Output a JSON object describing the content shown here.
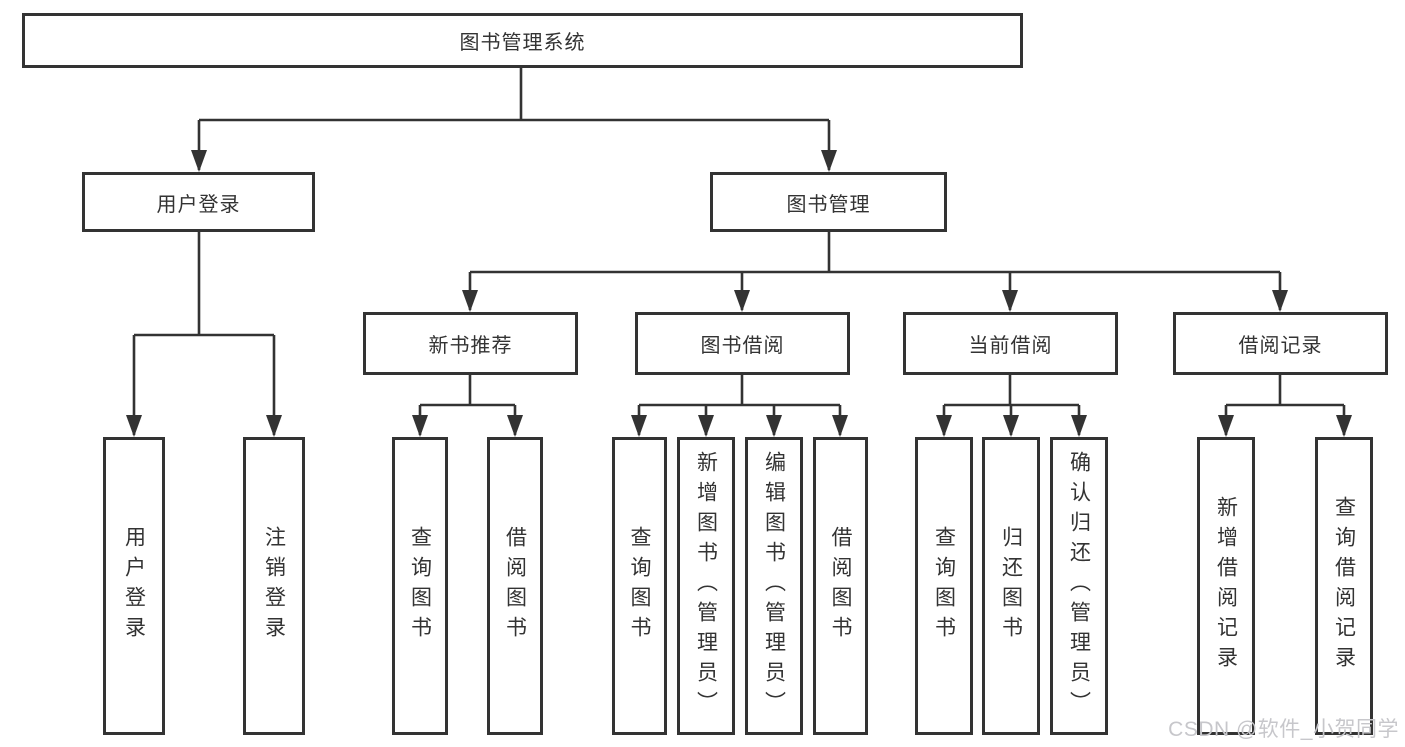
{
  "diagram": {
    "root": {
      "label": "图书管理系统"
    },
    "level2": [
      {
        "label": "用户登录"
      },
      {
        "label": "图书管理"
      }
    ],
    "user_login_children": [
      {
        "label": "用户登录"
      },
      {
        "label": "注销登录"
      }
    ],
    "level3": [
      {
        "label": "新书推荐"
      },
      {
        "label": "图书借阅"
      },
      {
        "label": "当前借阅"
      },
      {
        "label": "借阅记录"
      }
    ],
    "new_book_children": [
      {
        "label": "查询图书"
      },
      {
        "label": "借阅图书"
      }
    ],
    "book_borrow_children": [
      {
        "label": "查询图书"
      },
      {
        "label": "新增图书（管理员）"
      },
      {
        "label": "编辑图书（管理员）"
      },
      {
        "label": "借阅图书"
      }
    ],
    "current_borrow_children": [
      {
        "label": "查询图书"
      },
      {
        "label": "归还图书"
      },
      {
        "label": "确认归还（管理员）"
      }
    ],
    "borrow_record_children": [
      {
        "label": "新增借阅记录"
      },
      {
        "label": "查询借阅记录"
      }
    ]
  },
  "watermark": {
    "text": "CSDN @软件_小贺同学"
  },
  "colors": {
    "line": "#333333",
    "box_border": "#333333",
    "text": "#333333",
    "background": "#ffffff",
    "watermark": "#c7c7cb"
  }
}
